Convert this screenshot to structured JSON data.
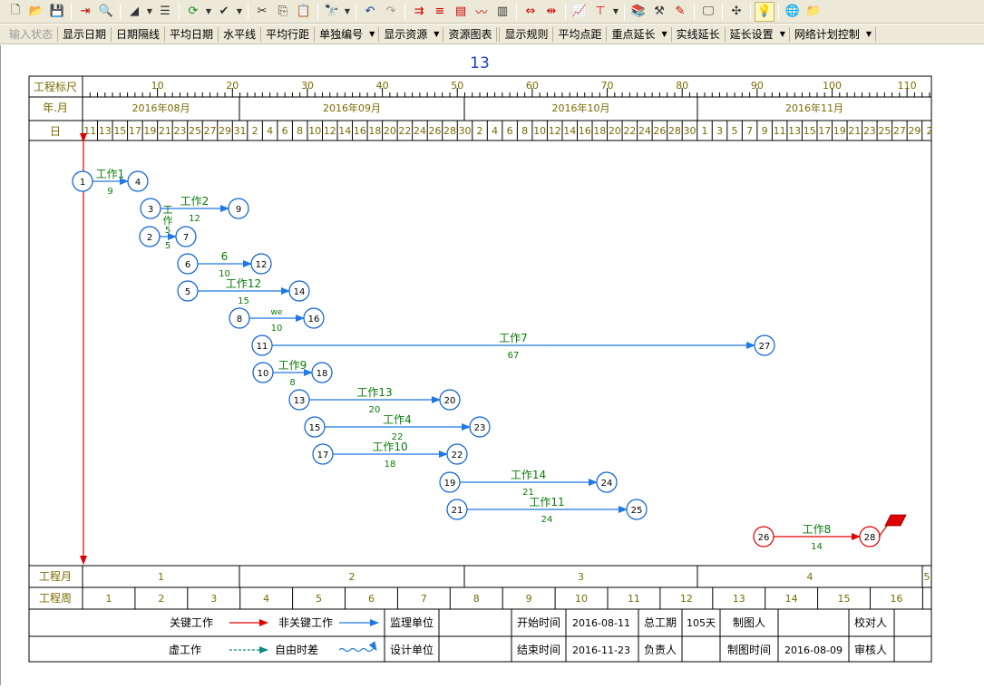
{
  "toolbar": {
    "icons": [
      "new-file-icon",
      "open-folder-icon",
      "save-icon",
      "export-icon",
      "print-preview-icon",
      "line-style-icon",
      "dropdown",
      "align-icon",
      "refresh-icon",
      "dropdown",
      "check-icon",
      "dropdown",
      "cut-icon",
      "copy-icon",
      "paste-icon",
      "find-icon",
      "dropdown",
      "undo-icon",
      "redo-icon",
      "network-view-icon",
      "gantt-icon",
      "list-icon",
      "curve-icon",
      "resource-icon",
      "distribute-icon",
      "compress-icon",
      "chart-icon",
      "text-align-icon",
      "dropdown",
      "books-icon",
      "tools-icon",
      "edit-icon",
      "screen-icon",
      "pin-icon",
      "bulb-icon",
      "globe-icon",
      "folder-icon"
    ]
  },
  "menubar": {
    "items": [
      {
        "label": "输入状态",
        "disabled": true
      },
      {
        "label": "显示日期"
      },
      {
        "label": "日期隔线"
      },
      {
        "label": "平均日期"
      },
      {
        "label": "水平线"
      },
      {
        "label": "平均行距"
      },
      {
        "label": "单独编号",
        "dropdown": true
      },
      {
        "label": "显示资源",
        "dropdown": true
      },
      {
        "label": "资源图表"
      },
      {
        "label": "显示规则",
        "sep_before": true
      },
      {
        "label": "平均点距"
      },
      {
        "label": "重点延长",
        "dropdown": true
      },
      {
        "label": "实线延长"
      },
      {
        "label": "延长设置",
        "dropdown": true
      },
      {
        "label": "网络计划控制",
        "dropdown": true
      }
    ]
  },
  "diagram": {
    "title": "13",
    "rows": {
      "scale": "工程标尺",
      "month": "年.月",
      "day": "日",
      "proj_month": "工程月",
      "proj_week": "工程周"
    },
    "scale_ticks": [
      "10",
      "20",
      "30",
      "40",
      "50",
      "60",
      "70",
      "80",
      "90",
      "100",
      "110"
    ],
    "months": [
      "2016年08月",
      "2016年09月",
      "2016年10月",
      "2016年11月"
    ],
    "days": [
      "11",
      "13",
      "15",
      "17",
      "19",
      "21",
      "23",
      "25",
      "27",
      "29",
      "31",
      "2",
      "4",
      "6",
      "8",
      "10",
      "12",
      "14",
      "16",
      "18",
      "20",
      "22",
      "24",
      "26",
      "28",
      "30",
      "2",
      "4",
      "6",
      "8",
      "10",
      "12",
      "14",
      "16",
      "18",
      "20",
      "22",
      "24",
      "26",
      "28",
      "30",
      "1",
      "3",
      "5",
      "7",
      "9",
      "11",
      "13",
      "15",
      "17",
      "19",
      "21",
      "23",
      "25",
      "27",
      "29",
      "2"
    ],
    "proj_months": [
      "1",
      "2",
      "3",
      "4",
      "5"
    ],
    "proj_weeks": [
      "1",
      "2",
      "3",
      "4",
      "5",
      "6",
      "7",
      "8",
      "9",
      "10",
      "11",
      "12",
      "13",
      "14",
      "15",
      "16"
    ],
    "colors": {
      "grid": "#000000",
      "header_text": "#7a6a00",
      "node": "#0a5fd6",
      "arrow": "#1e78e6",
      "critical": "#e00000",
      "label": "#0a7a0a"
    },
    "nodes": [
      {
        "from": "1",
        "to": "4",
        "name": "工作1",
        "dur": "9"
      },
      {
        "from": "3",
        "to": "9",
        "name": "工作2",
        "dur": "12"
      },
      {
        "from": "2",
        "to": "7",
        "name": "工作",
        "dur": "5"
      },
      {
        "from": "6",
        "to": "12",
        "name": "6",
        "dur": "10"
      },
      {
        "from": "5",
        "to": "14",
        "name": "工作12",
        "dur": "15"
      },
      {
        "from": "8",
        "to": "16",
        "name": "we",
        "dur": "10"
      },
      {
        "from": "11",
        "to": "27",
        "name": "工作7",
        "dur": "67"
      },
      {
        "from": "10",
        "to": "18",
        "name": "工作9",
        "dur": "8"
      },
      {
        "from": "13",
        "to": "20",
        "name": "工作13",
        "dur": "20"
      },
      {
        "from": "15",
        "to": "23",
        "name": "工作4",
        "dur": "22"
      },
      {
        "from": "17",
        "to": "22",
        "name": "工作10",
        "dur": "18"
      },
      {
        "from": "19",
        "to": "24",
        "name": "工作14",
        "dur": "21"
      },
      {
        "from": "21",
        "to": "25",
        "name": "工作11",
        "dur": "24"
      },
      {
        "from": "26",
        "to": "28",
        "name": "工作8",
        "dur": "14",
        "critical": true
      }
    ],
    "legend": {
      "critical_work": "关键工作",
      "noncritical_work": "非关键工作",
      "dummy_work": "虚工作",
      "free_float": "自由时差",
      "supervisor": "监理单位",
      "designer": "设计单位",
      "start_label": "开始时间",
      "start_value": "2016-08-11",
      "end_label": "结束时间",
      "end_value": "2016-11-23",
      "total_label": "总工期",
      "total_value": "105天",
      "owner_label": "负责人",
      "drawer_label": "制图人",
      "draw_time_label": "制图时间",
      "draw_time_value": "2016-08-09",
      "checker_label": "校对人",
      "reviewer_label": "审核人"
    }
  }
}
